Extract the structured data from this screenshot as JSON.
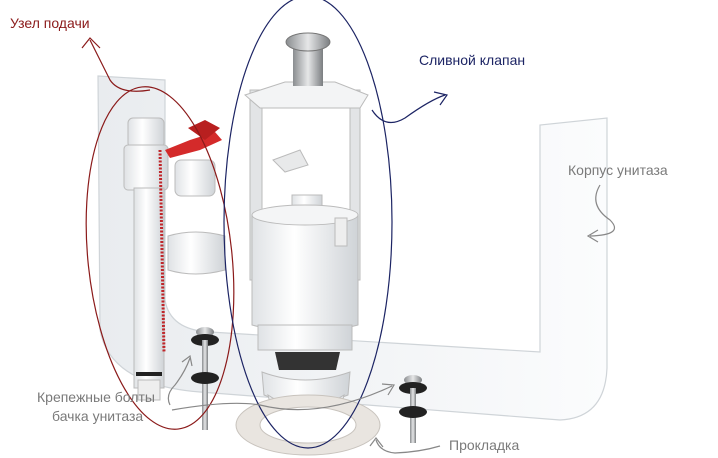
{
  "labels": {
    "fill_valve": "Узел подачи",
    "flush_valve": "Сливной клапан",
    "tank_body": "Корпус унитаза",
    "bolts_line1": "Крепежные болты",
    "bolts_line2": "бачка унитаза",
    "gasket": "Прокладка"
  },
  "colors": {
    "fill_valve_accent": "#8b1a1a",
    "flush_valve_accent": "#1c2464",
    "label_gray": "#7a7a7a",
    "lever_red": "#d42a2a"
  }
}
